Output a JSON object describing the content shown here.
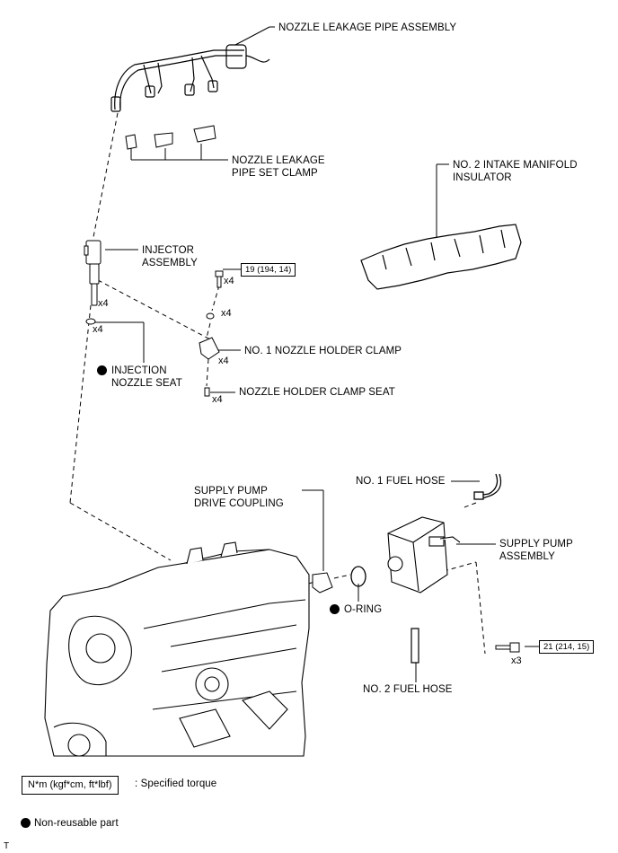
{
  "labels": {
    "nozzle_leakage_pipe_assembly": "NOZZLE LEAKAGE PIPE ASSEMBLY",
    "nozzle_leakage_pipe_set_clamp_1": "NOZZLE LEAKAGE",
    "nozzle_leakage_pipe_set_clamp_2": "PIPE SET CLAMP",
    "intake_manifold_insulator_1": "NO. 2 INTAKE MANIFOLD",
    "intake_manifold_insulator_2": "INSULATOR",
    "injector_assembly_1": "INJECTOR",
    "injector_assembly_2": "ASSEMBLY",
    "injection_nozzle_seat_1": "INJECTION",
    "injection_nozzle_seat_2": "NOZZLE SEAT",
    "nozzle_holder_clamp": "NO. 1 NOZZLE HOLDER CLAMP",
    "nozzle_holder_clamp_seat": "NOZZLE HOLDER CLAMP SEAT",
    "fuel_hose_1": "NO. 1 FUEL HOSE",
    "supply_pump_drive_coupling_1": "SUPPLY PUMP",
    "supply_pump_drive_coupling_2": "DRIVE COUPLING",
    "supply_pump_assembly_1": "SUPPLY PUMP",
    "supply_pump_assembly_2": "ASSEMBLY",
    "o_ring": "O-RING",
    "fuel_hose_2": "NO. 2 FUEL HOSE"
  },
  "quantities": {
    "injector": "x4",
    "nozzle_seat": "x4",
    "bolt": "x4",
    "washer": "x4",
    "clamp": "x4",
    "clamp_seat": "x4",
    "pump_bolt": "x3"
  },
  "torques": {
    "clamp_bolt": "19 (194, 14)",
    "pump_bolt": "21 (214, 15)"
  },
  "legend": {
    "torque_box": "N*m (kgf*cm, ft*lbf)",
    "torque_desc": ": Specified torque",
    "non_reusable": "Non-reusable part"
  },
  "footer": {
    "mark": "T"
  }
}
